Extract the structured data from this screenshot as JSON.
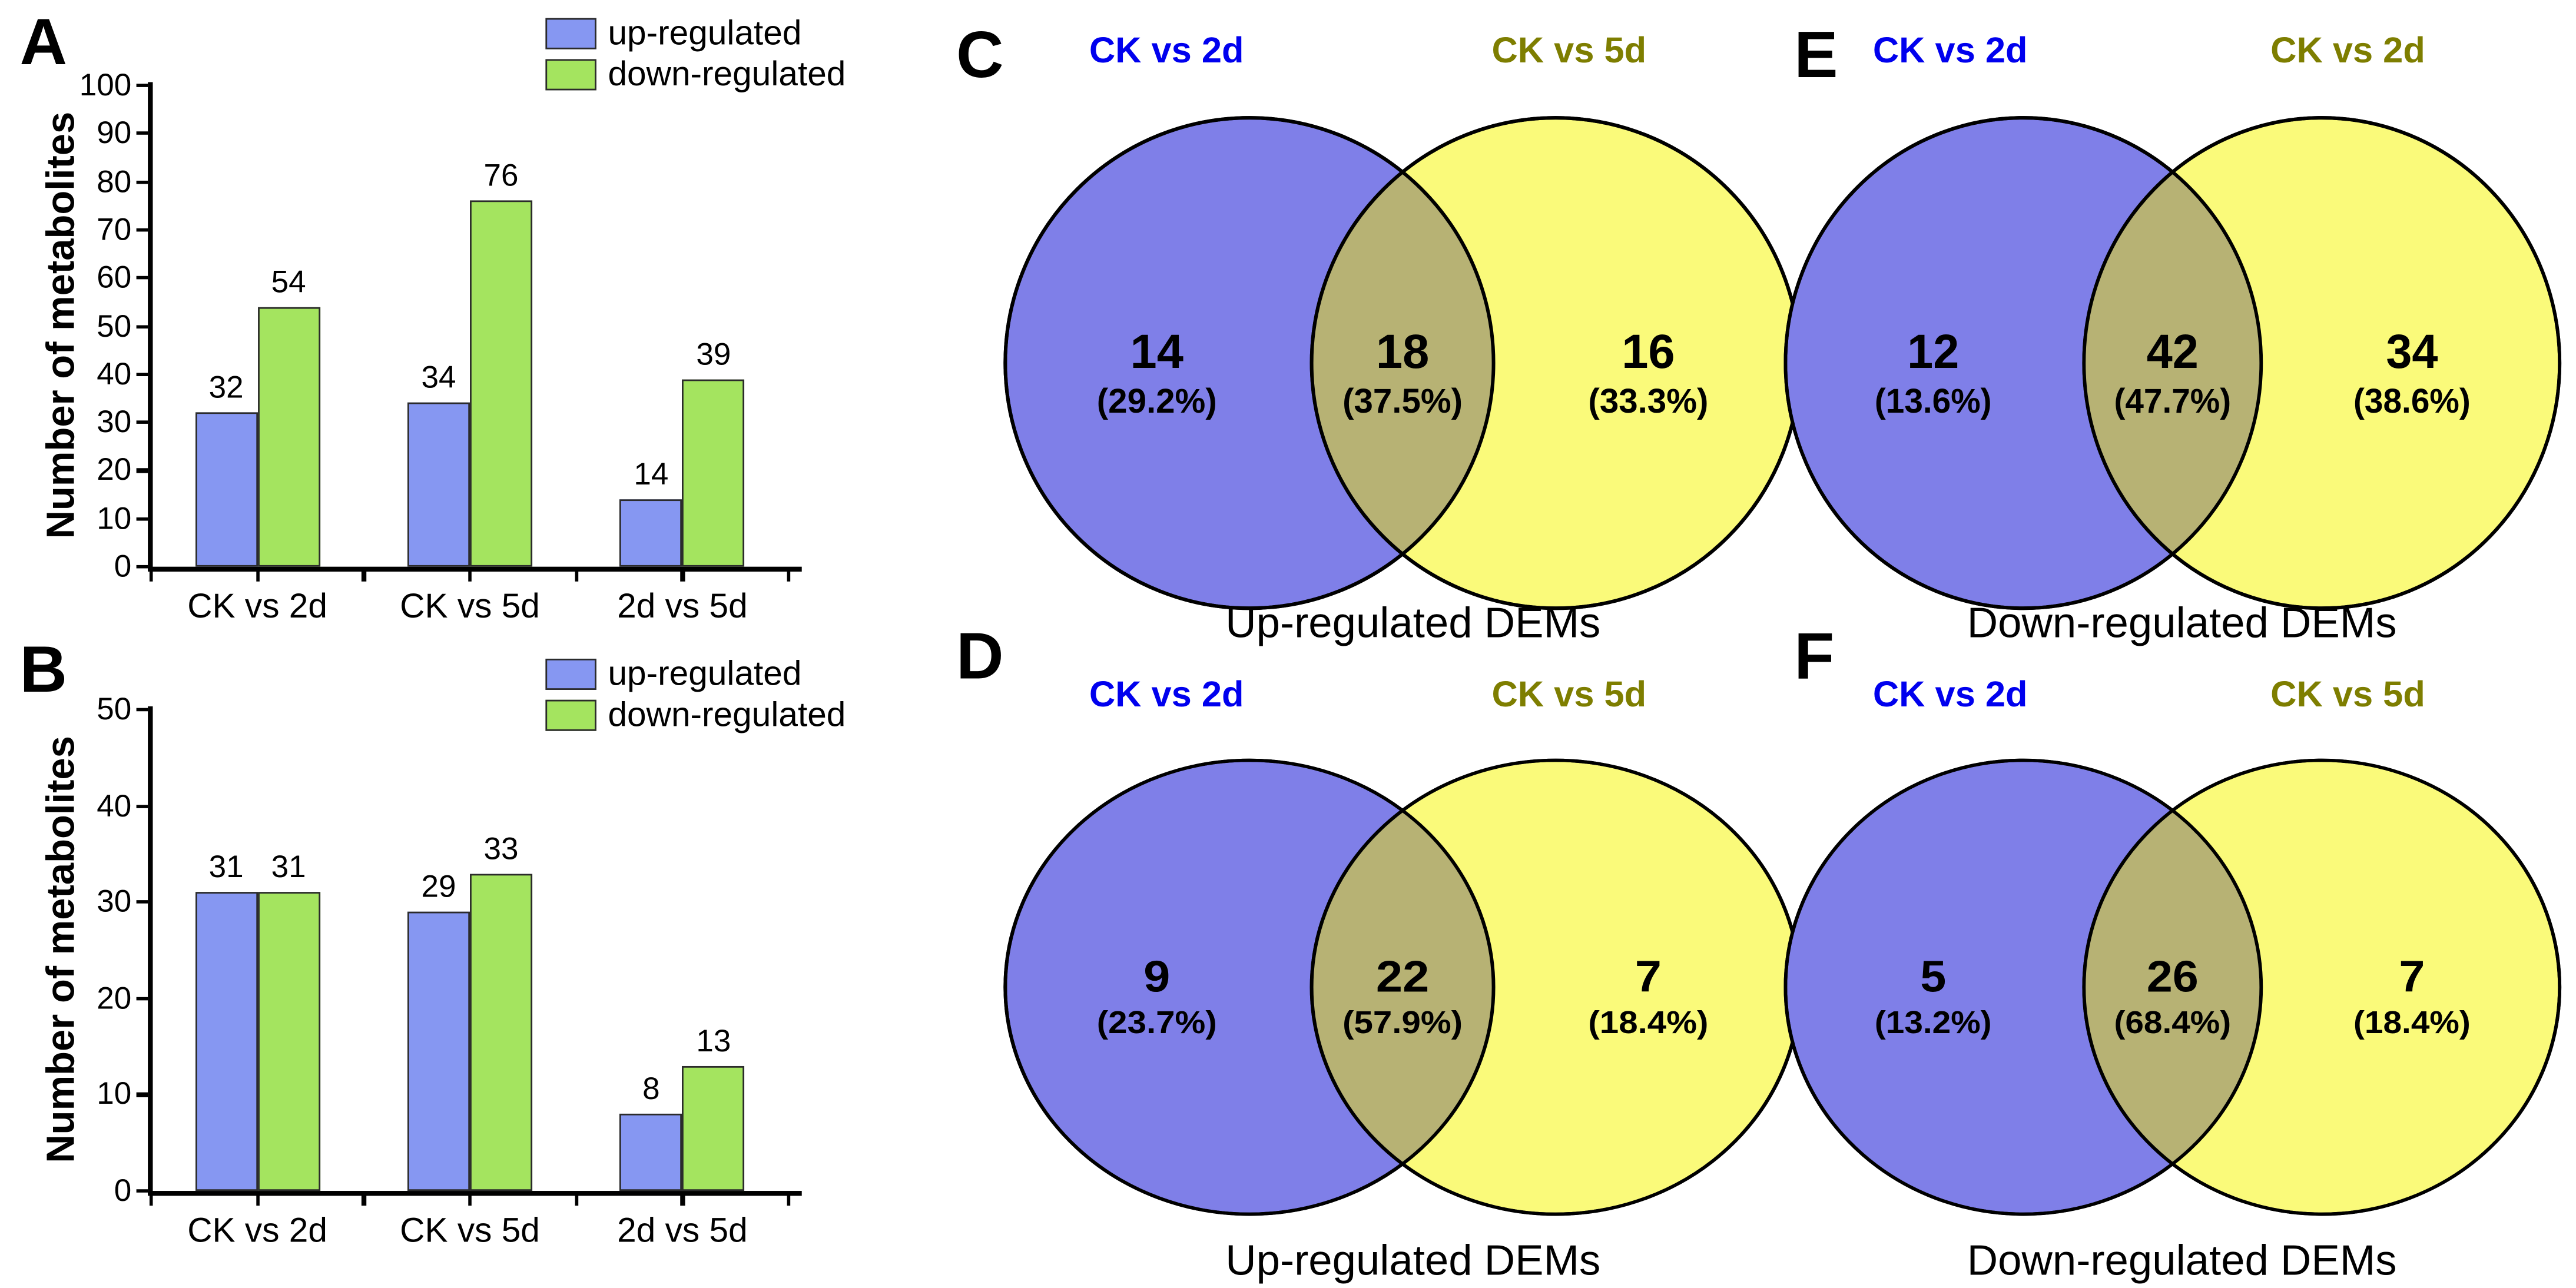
{
  "colors": {
    "bar_up": "#8697F2",
    "bar_down": "#A4E45F",
    "bar_border": "#2b2b2b",
    "venn_left_fill": "#7F7FE8",
    "venn_right_fill": "#FAFA7A",
    "venn_overlap_fill": "#B7B274",
    "venn_outline": "#000000",
    "title_blue": "#0000EE",
    "title_olive": "#7E7E00"
  },
  "chart_data": [
    {
      "panel": "A",
      "type": "bar",
      "categories": [
        "CK vs 2d",
        "CK vs 5d",
        "2d vs 5d"
      ],
      "series": [
        {
          "name": "up-regulated",
          "color": "#8697F2",
          "values": [
            32,
            34,
            14
          ]
        },
        {
          "name": "down-regulated",
          "color": "#A4E45F",
          "values": [
            54,
            76,
            39
          ]
        }
      ],
      "title": "",
      "xlabel": "",
      "ylabel": "Number of metabolites",
      "ylim": [
        0,
        100
      ],
      "ytick_step": 10,
      "grid": false,
      "legend_position": "top-right"
    },
    {
      "panel": "B",
      "type": "bar",
      "categories": [
        "CK vs 2d",
        "CK vs 5d",
        "2d vs 5d"
      ],
      "series": [
        {
          "name": "up-regulated",
          "color": "#8697F2",
          "values": [
            31,
            29,
            8
          ]
        },
        {
          "name": "down-regulated",
          "color": "#A4E45F",
          "values": [
            31,
            33,
            13
          ]
        }
      ],
      "title": "",
      "xlabel": "",
      "ylabel": "Number of metabolites",
      "ylim": [
        0,
        50
      ],
      "ytick_step": 10,
      "grid": false,
      "legend_position": "top-right"
    }
  ],
  "venns": [
    {
      "panel": "C",
      "title_left": "CK vs 2d",
      "title_right": "CK vs 5d",
      "left_n": "14",
      "left_pct": "(29.2%)",
      "overlap_n": "18",
      "overlap_pct": "(37.5%)",
      "right_n": "16",
      "right_pct": "(33.3%)",
      "caption": "Up-regulated DEMs"
    },
    {
      "panel": "D",
      "title_left": "CK vs 2d",
      "title_right": "CK vs 5d",
      "left_n": "9",
      "left_pct": "(23.7%)",
      "overlap_n": "22",
      "overlap_pct": "(57.9%)",
      "right_n": "7",
      "right_pct": "(18.4%)",
      "caption": "Up-regulated DEMs"
    },
    {
      "panel": "E",
      "title_left": "CK vs 2d",
      "title_right": "CK vs 2d",
      "left_n": "12",
      "left_pct": "(13.6%)",
      "overlap_n": "42",
      "overlap_pct": "(47.7%)",
      "right_n": "34",
      "right_pct": "(38.6%)",
      "caption": "Down-regulated DEMs"
    },
    {
      "panel": "F",
      "title_left": "CK vs 2d",
      "title_right": "CK vs 5d",
      "left_n": "5",
      "left_pct": "(13.2%)",
      "overlap_n": "26",
      "overlap_pct": "(68.4%)",
      "right_n": "7",
      "right_pct": "(18.4%)",
      "caption": "Down-regulated DEMs"
    }
  ]
}
